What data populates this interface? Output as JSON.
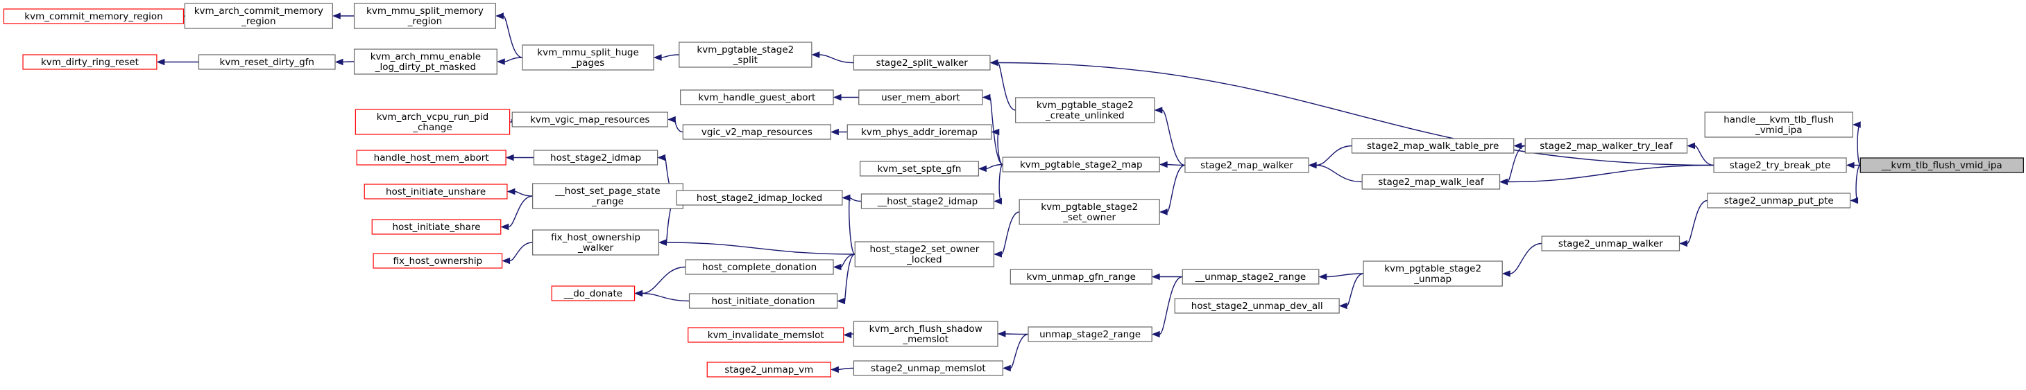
{
  "colors": {
    "edge": "#191970",
    "normal_border": "#666666",
    "red_border": "#ff0000",
    "highlight_fill": "#bfbfbf"
  },
  "nodes": {
    "kvm_commit_memory_region": {
      "label": [
        "kvm_commit_memory_region"
      ],
      "style": "red"
    },
    "kvm_arch_commit_memory_region": {
      "label": [
        "kvm_arch_commit_memory",
        "_region"
      ],
      "style": "normal"
    },
    "kvm_mmu_split_memory_region": {
      "label": [
        "kvm_mmu_split_memory",
        "_region"
      ],
      "style": "normal"
    },
    "kvm_dirty_ring_reset": {
      "label": [
        "kvm_dirty_ring_reset"
      ],
      "style": "red"
    },
    "kvm_reset_dirty_gfn": {
      "label": [
        "kvm_reset_dirty_gfn"
      ],
      "style": "normal"
    },
    "kvm_arch_mmu_enable_log_dirty_pt_masked": {
      "label": [
        "kvm_arch_mmu_enable",
        "_log_dirty_pt_masked"
      ],
      "style": "normal"
    },
    "kvm_mmu_split_huge_pages": {
      "label": [
        "kvm_mmu_split_huge",
        "_pages"
      ],
      "style": "normal"
    },
    "kvm_pgtable_stage2_split": {
      "label": [
        "kvm_pgtable_stage2",
        "_split"
      ],
      "style": "normal"
    },
    "stage2_split_walker": {
      "label": [
        "stage2_split_walker"
      ],
      "style": "normal"
    },
    "kvm_handle_guest_abort": {
      "label": [
        "kvm_handle_guest_abort"
      ],
      "style": "normal"
    },
    "user_mem_abort": {
      "label": [
        "user_mem_abort"
      ],
      "style": "normal"
    },
    "kvm_pgtable_stage2_create_unlinked": {
      "label": [
        "kvm_pgtable_stage2",
        "_create_unlinked"
      ],
      "style": "normal"
    },
    "kvm_arch_vcpu_run_pid_change": {
      "label": [
        "kvm_arch_vcpu_run_pid",
        "_change"
      ],
      "style": "red"
    },
    "kvm_vgic_map_resources": {
      "label": [
        "kvm_vgic_map_resources"
      ],
      "style": "normal"
    },
    "vgic_v2_map_resources": {
      "label": [
        "vgic_v2_map_resources"
      ],
      "style": "normal"
    },
    "kvm_phys_addr_ioremap": {
      "label": [
        "kvm_phys_addr_ioremap"
      ],
      "style": "normal"
    },
    "handle_host_mem_abort": {
      "label": [
        "handle_host_mem_abort"
      ],
      "style": "red"
    },
    "host_stage2_idmap": {
      "label": [
        "host_stage2_idmap"
      ],
      "style": "normal"
    },
    "kvm_set_spte_gfn": {
      "label": [
        "kvm_set_spte_gfn"
      ],
      "style": "normal"
    },
    "kvm_pgtable_stage2_map": {
      "label": [
        "kvm_pgtable_stage2_map"
      ],
      "style": "normal"
    },
    "host_initiate_unshare": {
      "label": [
        "host_initiate_unshare"
      ],
      "style": "red"
    },
    "host_set_page_state_range": {
      "label": [
        "__host_set_page_state",
        "_range"
      ],
      "style": "normal"
    },
    "host_stage2_idmap_locked": {
      "label": [
        "host_stage2_idmap_locked"
      ],
      "style": "normal"
    },
    "host_stage2_idmap_": {
      "label": [
        "__host_stage2_idmap"
      ],
      "style": "normal"
    },
    "host_initiate_share": {
      "label": [
        "host_initiate_share"
      ],
      "style": "red"
    },
    "fix_host_ownership": {
      "label": [
        "fix_host_ownership"
      ],
      "style": "red"
    },
    "fix_host_ownership_walker": {
      "label": [
        "fix_host_ownership",
        "_walker"
      ],
      "style": "normal"
    },
    "kvm_pgtable_stage2_set_owner": {
      "label": [
        "kvm_pgtable_stage2",
        "_set_owner"
      ],
      "style": "normal"
    },
    "host_complete_donation": {
      "label": [
        "host_complete_donation"
      ],
      "style": "normal"
    },
    "host_stage2_set_owner_locked": {
      "label": [
        "host_stage2_set_owner",
        "_locked"
      ],
      "style": "normal"
    },
    "do_donate": {
      "label": [
        "__do_donate"
      ],
      "style": "red"
    },
    "host_initiate_donation": {
      "label": [
        "host_initiate_donation"
      ],
      "style": "normal"
    },
    "kvm_unmap_gfn_range": {
      "label": [
        "kvm_unmap_gfn_range"
      ],
      "style": "normal"
    },
    "unmap_stage2_range_": {
      "label": [
        "__unmap_stage2_range"
      ],
      "style": "normal"
    },
    "host_stage2_unmap_dev_all": {
      "label": [
        "host_stage2_unmap_dev_all"
      ],
      "style": "normal"
    },
    "kvm_invalidate_memslot": {
      "label": [
        "kvm_invalidate_memslot"
      ],
      "style": "red"
    },
    "kvm_arch_flush_shadow_memslot": {
      "label": [
        "kvm_arch_flush_shadow",
        "_memslot"
      ],
      "style": "normal"
    },
    "unmap_stage2_range": {
      "label": [
        "unmap_stage2_range"
      ],
      "style": "normal"
    },
    "stage2_unmap_vm": {
      "label": [
        "stage2_unmap_vm"
      ],
      "style": "red"
    },
    "stage2_unmap_memslot": {
      "label": [
        "stage2_unmap_memslot"
      ],
      "style": "normal"
    },
    "stage2_map_walker": {
      "label": [
        "stage2_map_walker"
      ],
      "style": "normal"
    },
    "stage2_map_walk_table_pre": {
      "label": [
        "stage2_map_walk_table_pre"
      ],
      "style": "normal"
    },
    "stage2_map_walk_leaf": {
      "label": [
        "stage2_map_walk_leaf"
      ],
      "style": "normal"
    },
    "stage2_map_walker_try_leaf": {
      "label": [
        "stage2_map_walker_try_leaf"
      ],
      "style": "normal"
    },
    "kvm_pgtable_stage2_unmap": {
      "label": [
        "kvm_pgtable_stage2",
        "_unmap"
      ],
      "style": "normal"
    },
    "stage2_unmap_walker": {
      "label": [
        "stage2_unmap_walker"
      ],
      "style": "normal"
    },
    "handle_kvm_tlb_flush_vmid_ipa": {
      "label": [
        "handle___kvm_tlb_flush",
        "_vmid_ipa"
      ],
      "style": "normal"
    },
    "stage2_try_break_pte": {
      "label": [
        "stage2_try_break_pte"
      ],
      "style": "normal"
    },
    "stage2_unmap_put_pte": {
      "label": [
        "stage2_unmap_put_pte"
      ],
      "style": "normal"
    },
    "kvm_tlb_flush_vmid_ipa": {
      "label": [
        "__kvm_tlb_flush_vmid_ipa"
      ],
      "style": "highlight"
    }
  },
  "edges": [
    [
      "kvm_arch_commit_memory_region",
      "kvm_commit_memory_region"
    ],
    [
      "kvm_mmu_split_memory_region",
      "kvm_arch_commit_memory_region"
    ],
    [
      "kvm_mmu_split_huge_pages",
      "kvm_mmu_split_memory_region"
    ],
    [
      "kvm_reset_dirty_gfn",
      "kvm_dirty_ring_reset"
    ],
    [
      "kvm_arch_mmu_enable_log_dirty_pt_masked",
      "kvm_reset_dirty_gfn"
    ],
    [
      "kvm_mmu_split_huge_pages",
      "kvm_arch_mmu_enable_log_dirty_pt_masked"
    ],
    [
      "kvm_pgtable_stage2_split",
      "kvm_mmu_split_huge_pages"
    ],
    [
      "stage2_split_walker",
      "kvm_pgtable_stage2_split"
    ],
    [
      "kvm_pgtable_stage2_create_unlinked",
      "stage2_split_walker"
    ],
    [
      "stage2_try_break_pte",
      "stage2_split_walker"
    ],
    [
      "user_mem_abort",
      "kvm_handle_guest_abort"
    ],
    [
      "kvm_pgtable_stage2_map",
      "user_mem_abort"
    ],
    [
      "stage2_map_walker",
      "kvm_pgtable_stage2_create_unlinked"
    ],
    [
      "vgic_v2_map_resources",
      "kvm_vgic_map_resources"
    ],
    [
      "kvm_vgic_map_resources",
      "kvm_arch_vcpu_run_pid_change"
    ],
    [
      "kvm_phys_addr_ioremap",
      "vgic_v2_map_resources"
    ],
    [
      "kvm_pgtable_stage2_map",
      "kvm_phys_addr_ioremap"
    ],
    [
      "host_stage2_idmap",
      "handle_host_mem_abort"
    ],
    [
      "host_stage2_idmap_locked",
      "host_stage2_idmap"
    ],
    [
      "kvm_pgtable_stage2_map",
      "kvm_set_spte_gfn"
    ],
    [
      "stage2_map_walker",
      "kvm_pgtable_stage2_map"
    ],
    [
      "host_set_page_state_range",
      "host_initiate_unshare"
    ],
    [
      "host_set_page_state_range",
      "host_initiate_share"
    ],
    [
      "host_stage2_idmap_locked",
      "host_set_page_state_range"
    ],
    [
      "host_stage2_idmap_",
      "host_stage2_idmap_locked"
    ],
    [
      "kvm_pgtable_stage2_map",
      "host_stage2_idmap_"
    ],
    [
      "host_stage2_idmap_locked",
      "fix_host_ownership_walker"
    ],
    [
      "fix_host_ownership_walker",
      "fix_host_ownership"
    ],
    [
      "host_stage2_set_owner_locked",
      "fix_host_ownership_walker"
    ],
    [
      "host_stage2_set_owner_locked",
      "host_stage2_idmap_locked"
    ],
    [
      "kvm_pgtable_stage2_set_owner",
      "host_stage2_set_owner_locked"
    ],
    [
      "stage2_map_walker",
      "kvm_pgtable_stage2_set_owner"
    ],
    [
      "host_complete_donation",
      "do_donate"
    ],
    [
      "host_stage2_set_owner_locked",
      "host_complete_donation"
    ],
    [
      "host_initiate_donation",
      "do_donate"
    ],
    [
      "host_stage2_set_owner_locked",
      "host_initiate_donation"
    ],
    [
      "unmap_stage2_range_",
      "kvm_unmap_gfn_range"
    ],
    [
      "kvm_pgtable_stage2_unmap",
      "unmap_stage2_range_"
    ],
    [
      "kvm_pgtable_stage2_unmap",
      "host_stage2_unmap_dev_all"
    ],
    [
      "unmap_stage2_range_",
      "unmap_stage2_range"
    ],
    [
      "unmap_stage2_range",
      "kvm_arch_flush_shadow_memslot"
    ],
    [
      "kvm_arch_flush_shadow_memslot",
      "kvm_invalidate_memslot"
    ],
    [
      "unmap_stage2_range",
      "stage2_unmap_memslot"
    ],
    [
      "stage2_unmap_memslot",
      "stage2_unmap_vm"
    ],
    [
      "stage2_map_walk_table_pre",
      "stage2_map_walker"
    ],
    [
      "stage2_map_walk_leaf",
      "stage2_map_walker"
    ],
    [
      "stage2_map_walker_try_leaf",
      "stage2_map_walk_table_pre"
    ],
    [
      "stage2_map_walker_try_leaf",
      "stage2_map_walk_leaf"
    ],
    [
      "stage2_try_break_pte",
      "stage2_map_walker_try_leaf"
    ],
    [
      "stage2_try_break_pte",
      "stage2_map_walk_leaf"
    ],
    [
      "stage2_unmap_walker",
      "kvm_pgtable_stage2_unmap"
    ],
    [
      "stage2_unmap_put_pte",
      "stage2_unmap_walker"
    ],
    [
      "kvm_tlb_flush_vmid_ipa",
      "handle_kvm_tlb_flush_vmid_ipa"
    ],
    [
      "kvm_tlb_flush_vmid_ipa",
      "stage2_try_break_pte"
    ],
    [
      "kvm_tlb_flush_vmid_ipa",
      "stage2_unmap_put_pte"
    ]
  ]
}
